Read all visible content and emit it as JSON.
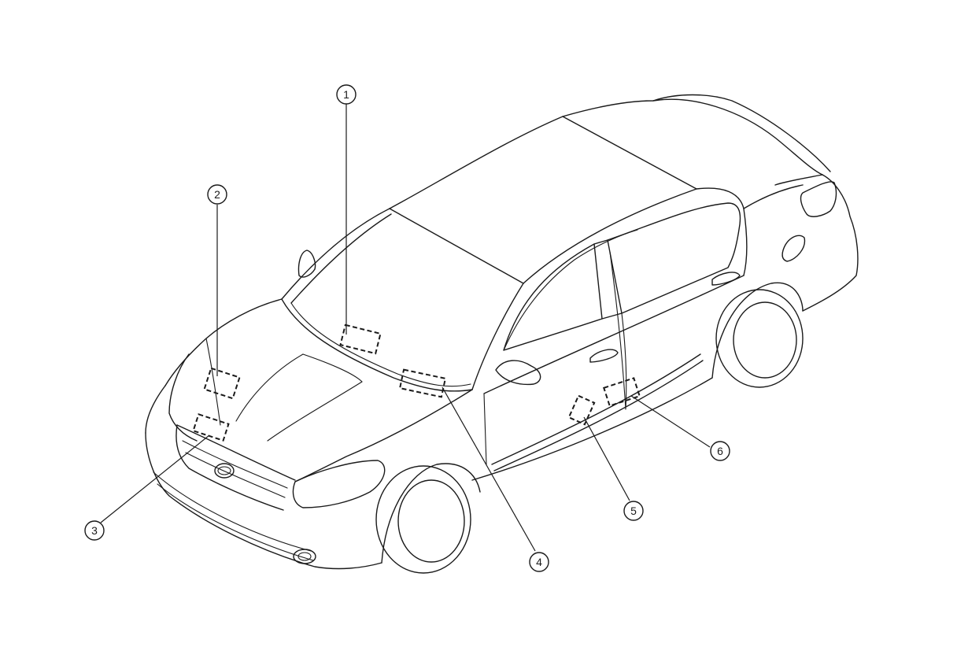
{
  "diagram": {
    "subject": "sedan-isometric-line-drawing",
    "callouts": [
      {
        "id": "1",
        "label": "1"
      },
      {
        "id": "2",
        "label": "2"
      },
      {
        "id": "3",
        "label": "3"
      },
      {
        "id": "4",
        "label": "4"
      },
      {
        "id": "5",
        "label": "5"
      },
      {
        "id": "6",
        "label": "6"
      }
    ]
  }
}
